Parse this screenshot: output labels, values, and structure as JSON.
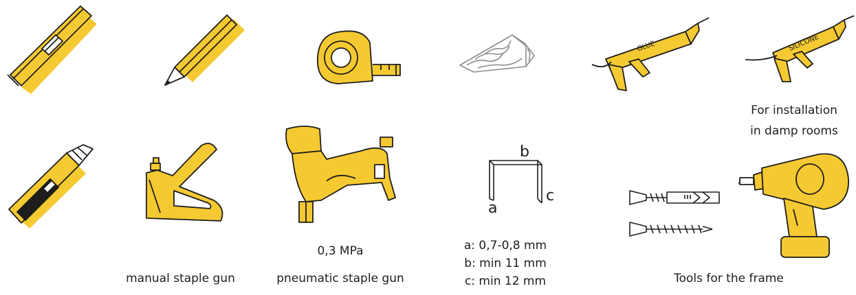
{
  "tools": {
    "glue_gun": {
      "tube_label": "GLUE"
    },
    "silicone_gun": {
      "tube_label": "SILICONE",
      "caption_line1": "For installation",
      "caption_line2": "in damp rooms"
    },
    "manual_stapler": {
      "caption": "manual staple gun"
    },
    "pneumatic_stapler": {
      "pressure": "0,3 MPa",
      "caption": "pneumatic staple gun"
    },
    "staple": {
      "label_a": "a",
      "label_b": "b",
      "label_c": "c",
      "spec_a": "a: 0,7-0,8 mm",
      "spec_b": "b: min 11 mm",
      "spec_c": "c: min 12 mm"
    },
    "frame_tools": {
      "caption": "Tools for the frame"
    }
  },
  "colors": {
    "accent": "#F5C932",
    "outline": "#1D1D1B",
    "wedge_grey": "#8C8C8C"
  }
}
